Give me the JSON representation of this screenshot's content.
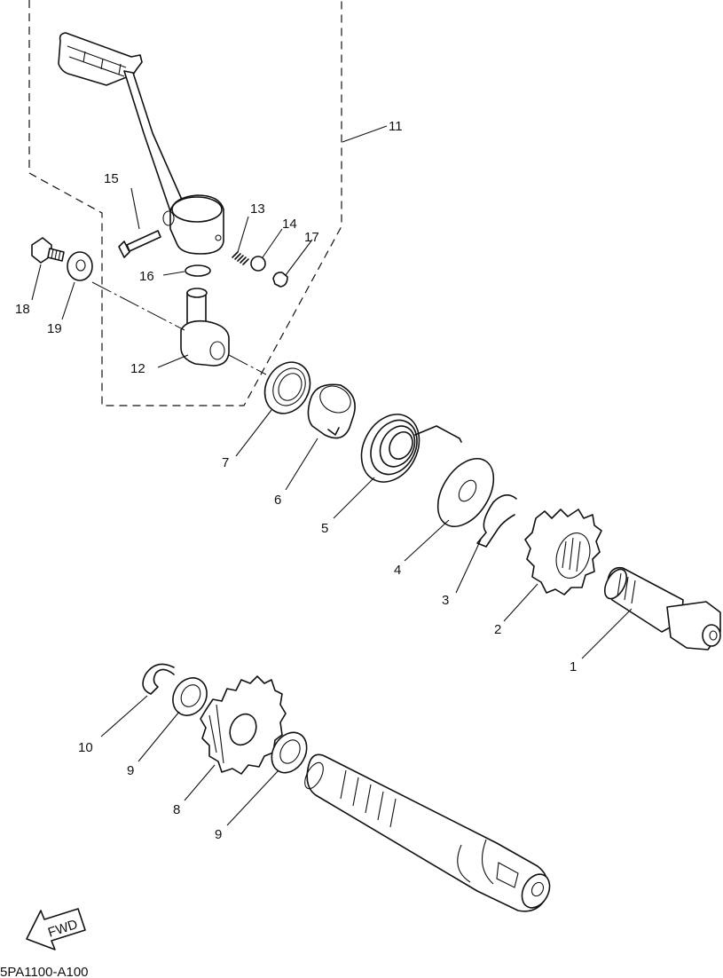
{
  "diagram": {
    "drawing_code": "5PA1100-A100",
    "fwd_label": "FWD",
    "callouts": {
      "c1": "1",
      "c2": "2",
      "c3": "3",
      "c4": "4",
      "c5": "5",
      "c6": "6",
      "c7": "7",
      "c8": "8",
      "c9a": "9",
      "c9b": "9",
      "c10": "10",
      "c11": "11",
      "c12": "12",
      "c13": "13",
      "c14": "14",
      "c15": "15",
      "c16": "16",
      "c17": "17",
      "c18": "18",
      "c19": "19"
    },
    "parts": [
      {
        "id": "1",
        "icon": "kick-axle-icon"
      },
      {
        "id": "2",
        "icon": "ratchet-gear-icon"
      },
      {
        "id": "3",
        "icon": "circlip-icon"
      },
      {
        "id": "4",
        "icon": "washer-icon"
      },
      {
        "id": "5",
        "icon": "torsion-spring-icon"
      },
      {
        "id": "6",
        "icon": "spring-guide-icon"
      },
      {
        "id": "7",
        "icon": "oil-seal-icon"
      },
      {
        "id": "8",
        "icon": "idle-gear-icon"
      },
      {
        "id": "9",
        "icon": "washer-icon"
      },
      {
        "id": "10",
        "icon": "circlip-icon"
      },
      {
        "id": "11",
        "icon": "kick-crank-assembly-icon"
      },
      {
        "id": "12",
        "icon": "crank-boss-icon"
      },
      {
        "id": "13",
        "icon": "spring-icon"
      },
      {
        "id": "14",
        "icon": "ball-icon"
      },
      {
        "id": "15",
        "icon": "bolt-icon"
      },
      {
        "id": "16",
        "icon": "o-ring-icon"
      },
      {
        "id": "17",
        "icon": "pin-icon"
      },
      {
        "id": "18",
        "icon": "bolt-icon"
      },
      {
        "id": "19",
        "icon": "washer-icon"
      }
    ]
  }
}
